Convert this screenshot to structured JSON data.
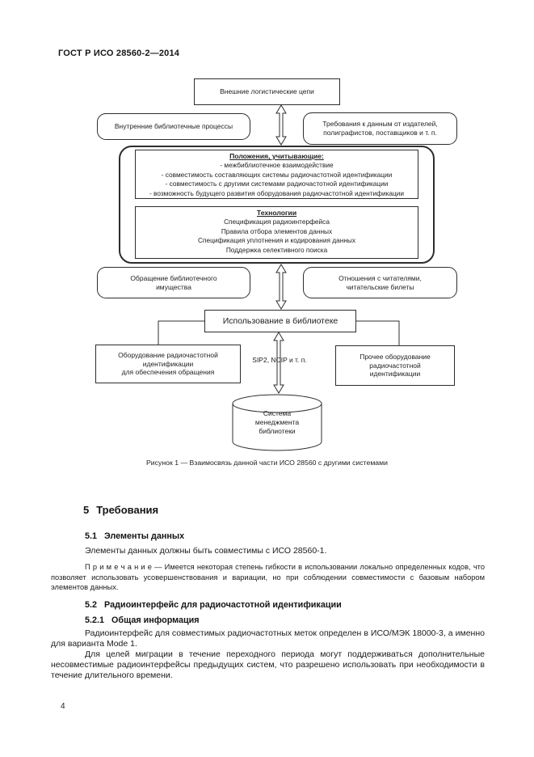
{
  "page": {
    "header": "ГОСТ Р ИСО 28560-2—2014",
    "page_number": "4"
  },
  "diagram": {
    "external_chains": "Внешние логистические цепи",
    "internal_processes": "Внутренние библиотечные процессы",
    "data_requirements": "Требования к данным от издателей,\nполиграфистов, поставщиков и т. п.",
    "provisions": {
      "title": "Положения, учитывающие:",
      "items": [
        "- межбиблиотечное взаимодействие",
        "- совместимость составляющих системы радиочастотной идентификации",
        "- совместимость с другими системами радиочастотной идентификации",
        "- возможность будущего развития оборудования радиочастотной идентификации"
      ]
    },
    "technologies": {
      "title": "Технологии",
      "items": [
        "Спецификация радиоинтерфейса",
        "Правила отбора элементов данных",
        "Спецификация уплотнения и кодирования данных",
        "Поддержка селективного поиска"
      ]
    },
    "circulation": "Обращение библиотечного\nимущества",
    "reader_relations": "Отношения с читателями,\nчитательские билеты",
    "library_use": "Использование в библиотеке",
    "rfid_circulation_equipment": "Оборудование радиочастотной\nидентификации\nдля обеспечения обращения",
    "other_rfid_equipment": "Прочее оборудование\nрадиочастотной\nидентификации",
    "protocol_label": "SIP2, NCIP и т. п.",
    "library_management_system": "Система\nменеджмента\nбиблиотеки",
    "caption": "Рисунок 1 — Взаимосвязь данной части ИСО 28560 с другими системами"
  },
  "content": {
    "s5": {
      "num": "5",
      "title": "Требования"
    },
    "s51": {
      "num": "5.1",
      "title": "Элементы данных"
    },
    "s51_p1": "Элементы данных должны быть совместимы с ИСО 28560-1.",
    "note": "П р и м е ч а н и е — Имеется некоторая степень гибкости в использовании локально определенных кодов, что позволяет использовать усовершенствования и вариации, но при соблюдении совместимости с базовым набором элементов данных.",
    "s52": {
      "num": "5.2",
      "title": "Радиоинтерфейс для радиочастотной идентификации"
    },
    "s521": {
      "num": "5.2.1",
      "title": "Общая информация"
    },
    "s521_p1": "Радиоинтерфейс для совместимых радиочастотных меток определен в ИСО/МЭК 18000-3, а именно для варианта Mode 1.",
    "s521_p2": "Для целей миграции в течение переходного периода могут поддерживаться дополнительные несовместимые радиоинтерфейсы предыдущих систем, что разрешено использовать при необходимости в течение длительного времени."
  }
}
